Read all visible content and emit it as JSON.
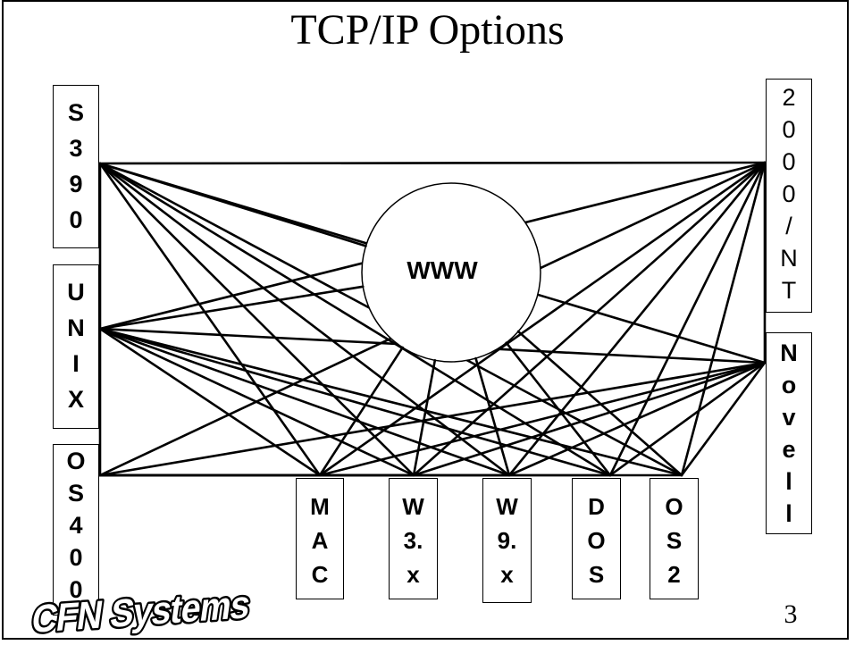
{
  "title": "TCP/IP Options",
  "hub_label": "WWW",
  "page_number": "3",
  "logo_text": "CFN Systems",
  "systems": [
    {
      "id": "s390",
      "chars": [
        "S",
        "3",
        "9",
        "0"
      ]
    },
    {
      "id": "unix",
      "chars": [
        "U",
        "N",
        "I",
        "X"
      ]
    },
    {
      "id": "os400",
      "chars": [
        "O",
        "S",
        "4",
        "0",
        "0"
      ]
    },
    {
      "id": "mac",
      "chars": [
        "M",
        "A",
        "C"
      ]
    },
    {
      "id": "w3x",
      "chars": [
        "W",
        "3.",
        "x"
      ]
    },
    {
      "id": "w9x",
      "chars": [
        "W",
        "9.",
        "x"
      ]
    },
    {
      "id": "dos",
      "chars": [
        "D",
        "O",
        "S"
      ]
    },
    {
      "id": "os2",
      "chars": [
        "O",
        "S",
        "2"
      ]
    },
    {
      "id": "nt",
      "chars": [
        "2",
        "0",
        "0",
        "0",
        "/",
        "N",
        "T"
      ]
    },
    {
      "id": "novell",
      "chars": [
        "N",
        "o",
        "v",
        "e",
        "l",
        "l"
      ]
    }
  ],
  "connections": [
    [
      "s390",
      "nt"
    ],
    [
      "s390",
      "novell"
    ],
    [
      "s390",
      "mac"
    ],
    [
      "s390",
      "w3x"
    ],
    [
      "s390",
      "w9x"
    ],
    [
      "s390",
      "dos"
    ],
    [
      "s390",
      "os2"
    ],
    [
      "s390",
      "www"
    ],
    [
      "unix",
      "nt"
    ],
    [
      "unix",
      "novell"
    ],
    [
      "unix",
      "mac"
    ],
    [
      "unix",
      "w3x"
    ],
    [
      "unix",
      "w9x"
    ],
    [
      "unix",
      "dos"
    ],
    [
      "unix",
      "os2"
    ],
    [
      "unix",
      "www"
    ],
    [
      "os400",
      "nt"
    ],
    [
      "os400",
      "novell"
    ],
    [
      "os400",
      "mac"
    ],
    [
      "os400",
      "w3x"
    ],
    [
      "os400",
      "w9x"
    ],
    [
      "os400",
      "dos"
    ],
    [
      "os400",
      "os2"
    ],
    [
      "nt",
      "mac"
    ],
    [
      "nt",
      "w3x"
    ],
    [
      "nt",
      "w9x"
    ],
    [
      "nt",
      "dos"
    ],
    [
      "nt",
      "os2"
    ],
    [
      "novell",
      "mac"
    ],
    [
      "novell",
      "w3x"
    ],
    [
      "novell",
      "w9x"
    ],
    [
      "novell",
      "dos"
    ],
    [
      "novell",
      "os2"
    ],
    [
      "www",
      "mac"
    ],
    [
      "www",
      "w3x"
    ],
    [
      "www",
      "w9x"
    ],
    [
      "www",
      "dos"
    ],
    [
      "www",
      "os2"
    ],
    [
      "s390",
      "unix"
    ],
    [
      "unix",
      "os400"
    ],
    [
      "nt",
      "novell"
    ]
  ]
}
